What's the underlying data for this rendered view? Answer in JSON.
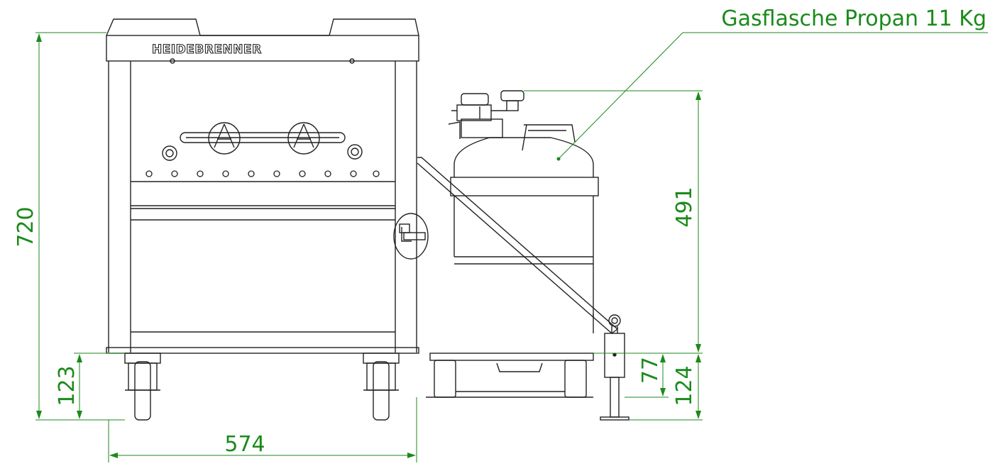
{
  "logo_text": "HEIDEBRENNER",
  "callout_label": "Gasflasche Propan 11 Kg",
  "dimensions": {
    "total_height": "720",
    "cylinder_height": "491",
    "caster_height": "123",
    "jack_height_a": "77",
    "jack_height_b": "124",
    "frame_width": "574"
  },
  "colors": {
    "dimension_lines": "#1b8a1b",
    "outline": "#222222"
  }
}
